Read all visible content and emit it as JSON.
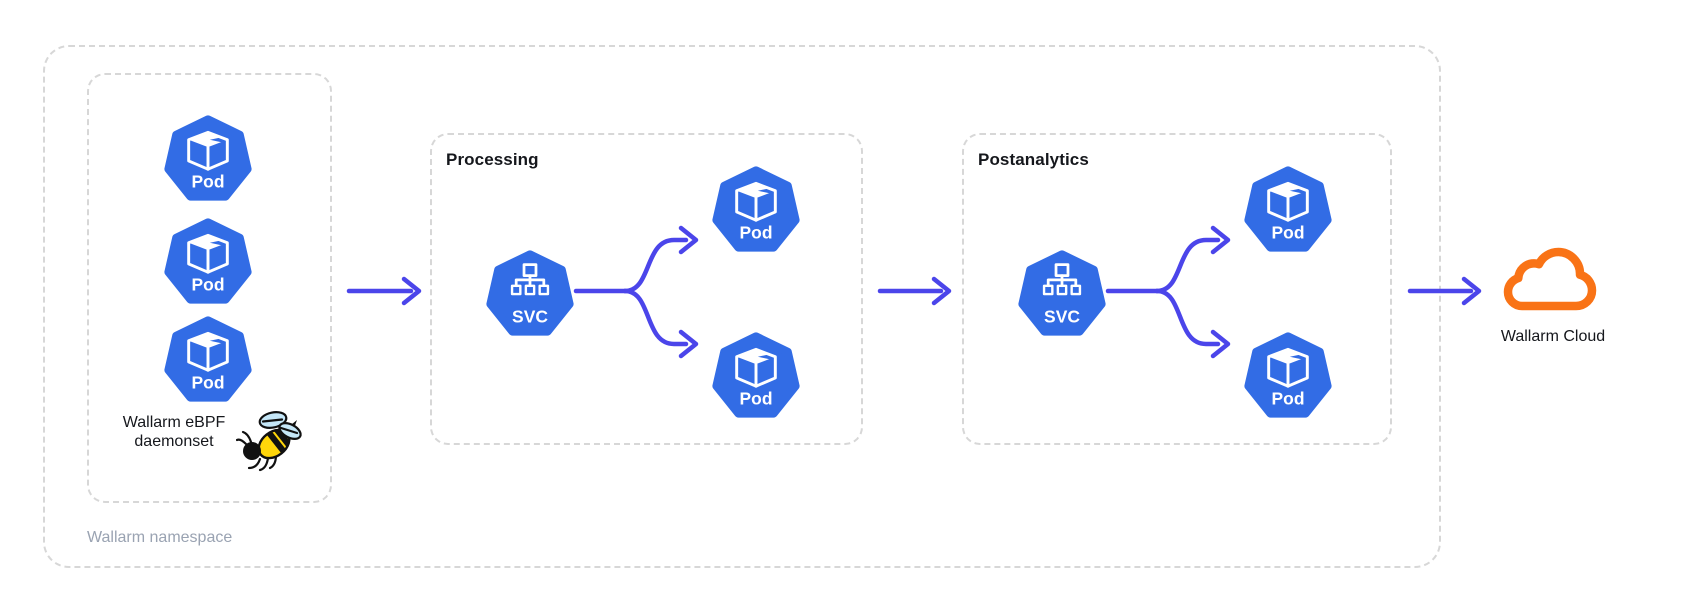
{
  "colors": {
    "k8s_blue": "#326CE5",
    "arrow_indigo": "#4B45EA",
    "cloud_orange": "#F97316",
    "border_gray": "#D7D7D7",
    "muted_text": "#9AA3B2",
    "dark_text": "#15171C",
    "bee_yellow": "#FFD60A",
    "bee_wing_blue": "#C5E7F8"
  },
  "icons": {
    "pod": "cube-icon",
    "service": "sitemap-icon",
    "daemonset": "bee-icon",
    "cloud": "cloud-icon",
    "flow": "arrow-right-icon"
  },
  "namespace": {
    "label": "Wallarm namespace",
    "daemonset": {
      "caption_line1": "Wallarm eBPF",
      "caption_line2": "daemonset",
      "pods": [
        {
          "label": "Pod"
        },
        {
          "label": "Pod"
        },
        {
          "label": "Pod"
        }
      ]
    },
    "processing": {
      "title": "Processing",
      "service": {
        "label": "SVC"
      },
      "pods": [
        {
          "label": "Pod"
        },
        {
          "label": "Pod"
        }
      ]
    },
    "postanalytics": {
      "title": "Postanalytics",
      "service": {
        "label": "SVC"
      },
      "pods": [
        {
          "label": "Pod"
        },
        {
          "label": "Pod"
        }
      ]
    }
  },
  "cloud": {
    "label": "Wallarm Cloud"
  }
}
